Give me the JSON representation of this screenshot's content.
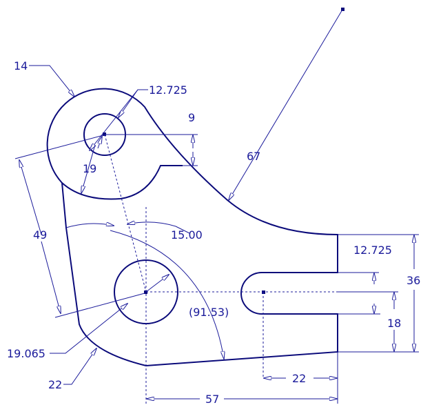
{
  "drawing": {
    "dimensions": {
      "top_fillet_radius": "14",
      "top_hole_diameter": "12.725",
      "notch_depth": "9",
      "top_hole_offset": "19",
      "slanted_distance": "67",
      "left_edge_length": "49",
      "angle": "15.00",
      "slot_width": "12.725",
      "overall_right_height": "36",
      "reference_angle": "(91.53)",
      "slot_center_height": "18",
      "main_hole_diameter": "19.065",
      "bottom_fillet_radius": "22",
      "slot_center_offset": "22",
      "overall_length": "57"
    }
  }
}
